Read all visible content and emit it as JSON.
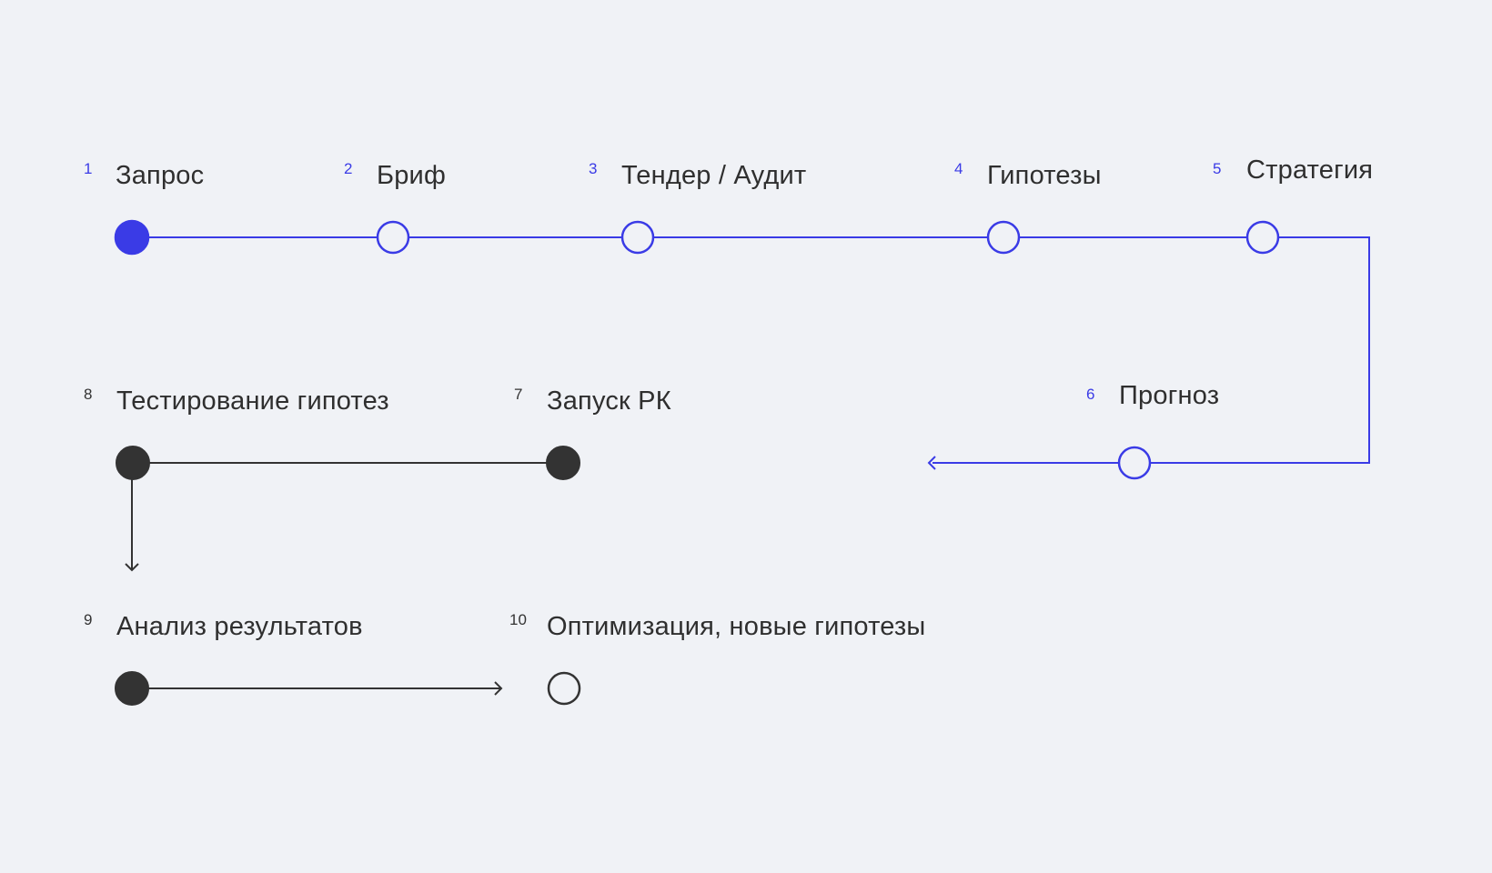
{
  "colors": {
    "background": "#f0f2f6",
    "accent": "#3a3be6",
    "dark": "#333333"
  },
  "steps": [
    {
      "number": "1",
      "label": "Запрос",
      "marker": "filled",
      "color": "accent"
    },
    {
      "number": "2",
      "label": "Бриф",
      "marker": "hollow",
      "color": "accent"
    },
    {
      "number": "3",
      "label": "Тендер / Аудит",
      "marker": "hollow",
      "color": "accent"
    },
    {
      "number": "4",
      "label": "Гипотезы",
      "marker": "hollow",
      "color": "accent"
    },
    {
      "number": "5",
      "label": "Стратегия",
      "marker": "hollow",
      "color": "accent"
    },
    {
      "number": "6",
      "label": "Прогноз",
      "marker": "hollow",
      "color": "accent"
    },
    {
      "number": "7",
      "label": "Запуск РК",
      "marker": "filled",
      "color": "dark"
    },
    {
      "number": "8",
      "label": "Тестирование гипотез",
      "marker": "filled",
      "color": "dark"
    },
    {
      "number": "9",
      "label": "Анализ результатов",
      "marker": "filled",
      "color": "dark"
    },
    {
      "number": "10",
      "label": "Оптимизация, новые гипотезы",
      "marker": "hollow",
      "color": "dark"
    }
  ]
}
